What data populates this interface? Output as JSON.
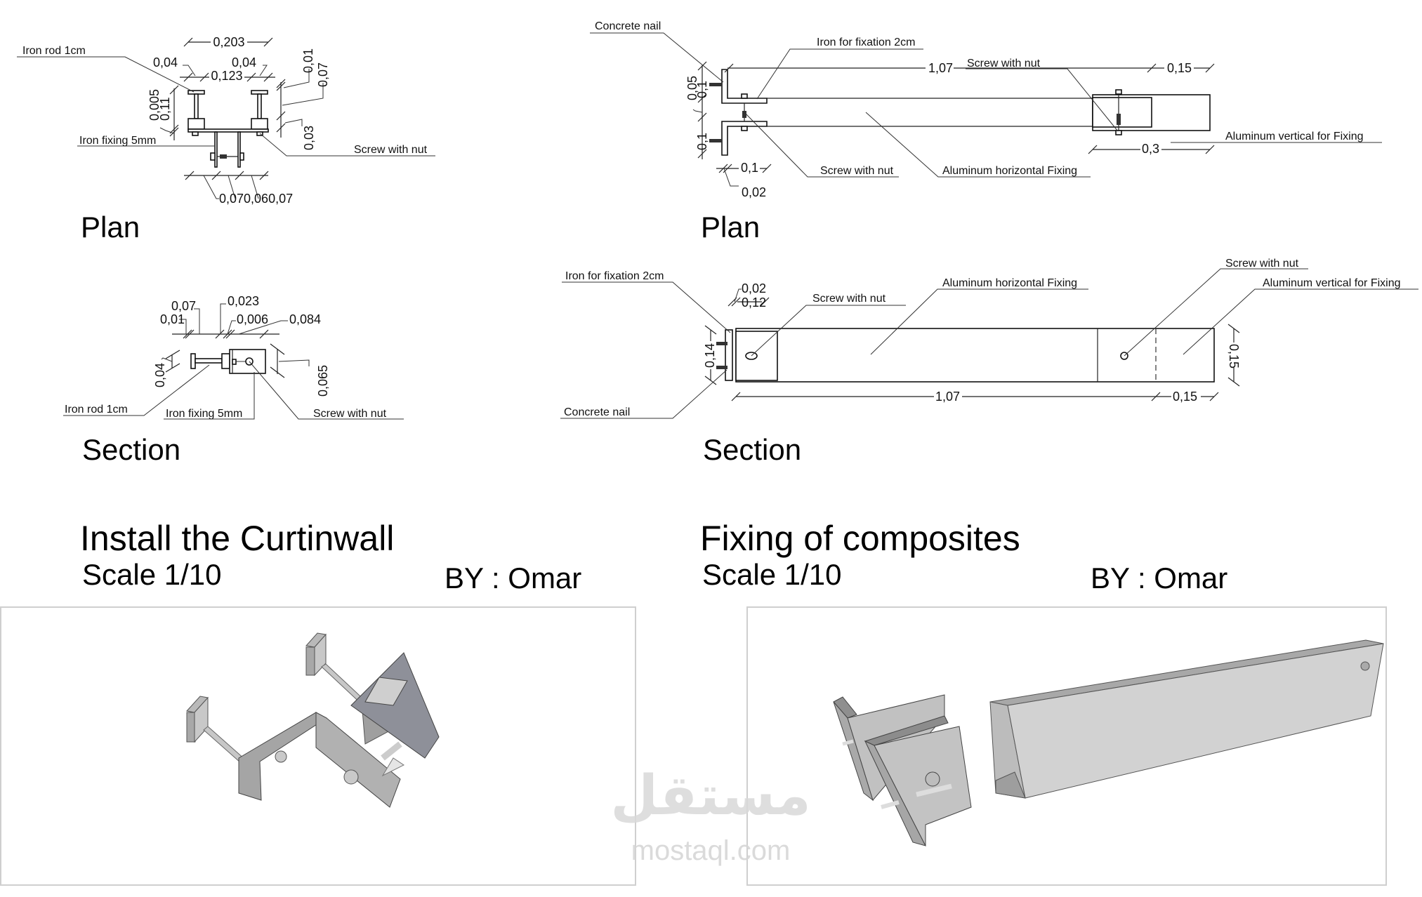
{
  "drawing_left": {
    "title": "Install the Curtinwall",
    "scale": "Scale 1/10",
    "author": "BY : Omar",
    "plan": {
      "heading": "Plan",
      "labels": {
        "iron_rod": "Iron rod 1cm",
        "iron_fixing": "Iron fixing 5mm",
        "screw": "Screw with nut"
      },
      "dims": {
        "overall_width": "0,203",
        "flange_left": "0,04",
        "flange_right": "0,04",
        "inner_width": "0,123",
        "plate_thick": "0,005",
        "height": "0,11",
        "top_small": "0,01",
        "right_height": "0,07",
        "bottom_small": "0,03",
        "bottom_chain": "0,070,060,07"
      }
    },
    "section": {
      "heading": "Section",
      "labels": {
        "iron_rod": "Iron rod 1cm",
        "iron_fixing": "Iron fixing 5mm",
        "screw": "Screw with nut"
      },
      "dims": {
        "d1": "0,07",
        "d2": "0,01",
        "d3": "0,023",
        "d4": "0,006",
        "d5": "0,084",
        "left_height": "0,04",
        "right_height": "0,065"
      }
    }
  },
  "drawing_right": {
    "title": "Fixing of composites",
    "scale": "Scale 1/10",
    "author": "BY : Omar",
    "plan": {
      "heading": "Plan",
      "labels": {
        "concrete_nail": "Concrete nail",
        "iron_fixation": "Iron for fixation 2cm",
        "screw_top": "Screw with nut",
        "screw_bottom": "Screw with nut",
        "alu_horizontal": "Aluminum horizontal Fixing",
        "alu_vertical": "Aluminum vertical for Fixing"
      },
      "dims": {
        "length": "1,07",
        "end": "0,15",
        "overlap": "0,3",
        "h1": "0,05",
        "h2": "0,1",
        "h3": "0,1",
        "bottom_w": "0,1",
        "bottom_small": "0,02"
      }
    },
    "section": {
      "heading": "Section",
      "labels": {
        "iron_fixation": "Iron for fixation 2cm",
        "concrete_nail": "Concrete nail",
        "screw_left": "Screw with nut",
        "alu_horizontal": "Aluminum horizontal Fixing",
        "screw_right": "Screw with nut",
        "alu_vertical": "Aluminum vertical for Fixing"
      },
      "dims": {
        "top_small": "0,02",
        "top_w": "0,12",
        "height": "0,14",
        "length": "1,07",
        "end": "0,15",
        "right_height": "0,15"
      }
    }
  },
  "render_left": {
    "name": "3D render of curtain wall bracket"
  },
  "render_right": {
    "name": "3D render of composite fixing bracket and aluminum tube"
  },
  "watermark": {
    "arabic": "مستقل",
    "latin": "mostaql.com"
  }
}
